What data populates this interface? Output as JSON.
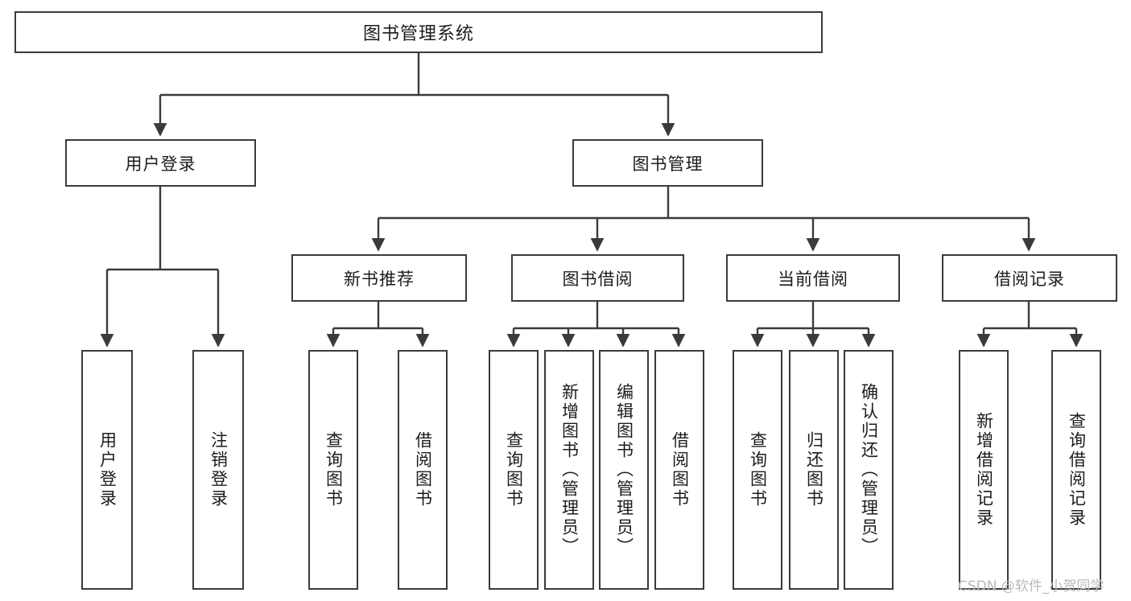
{
  "diagram": {
    "title": "图书管理系统",
    "type": "tree-hierarchy-diagram",
    "colors": {
      "border": "#3b3b3b",
      "background": "#ffffff",
      "text": "#1c1c1c",
      "watermark": "#b9b9b9"
    },
    "root": {
      "label": "图书管理系统"
    },
    "level2": [
      {
        "label": "用户登录"
      },
      {
        "label": "图书管理"
      }
    ],
    "level3": [
      {
        "label": "新书推荐"
      },
      {
        "label": "图书借阅"
      },
      {
        "label": "当前借阅"
      },
      {
        "label": "借阅记录"
      }
    ],
    "leaves": {
      "user_login": [
        {
          "label": "用户登录"
        },
        {
          "label": "注销登录"
        }
      ],
      "new_book_recommend": [
        {
          "label": "查询图书"
        },
        {
          "label": "借阅图书"
        }
      ],
      "book_borrow": [
        {
          "label": "查询图书"
        },
        {
          "label": "新增图书（管理员）"
        },
        {
          "label": "编辑图书（管理员）"
        },
        {
          "label": "借阅图书"
        }
      ],
      "current_borrow": [
        {
          "label": "查询图书"
        },
        {
          "label": "归还图书"
        },
        {
          "label": "确认归还（管理员）"
        }
      ],
      "borrow_records": [
        {
          "label": "新增借阅记录"
        },
        {
          "label": "查询借阅记录"
        }
      ]
    },
    "watermark": "CSDN @软件_小贺同学"
  }
}
